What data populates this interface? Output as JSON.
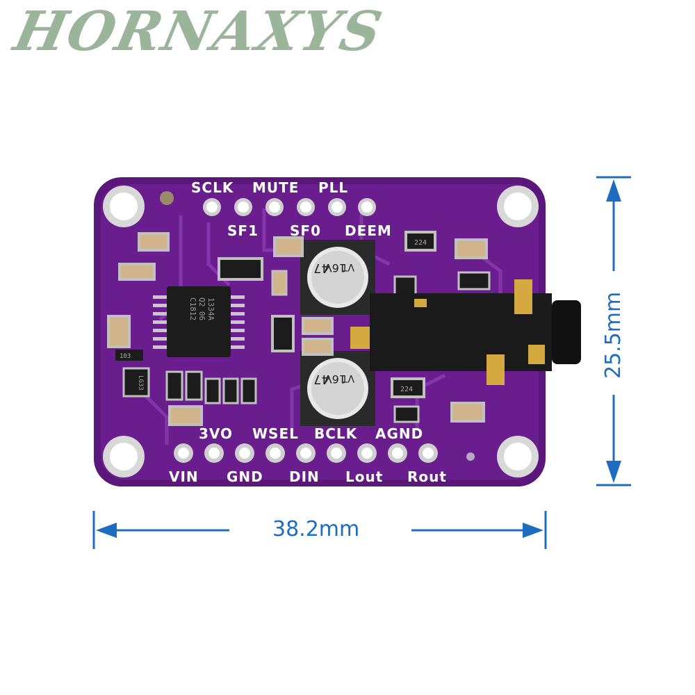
{
  "logo": {
    "text": "HORNAXYS"
  },
  "board": {
    "top_row_labels": [
      "SCLK",
      "MUTE",
      "PLL"
    ],
    "top_row_sub_labels": [
      "SF1",
      "SF0",
      "DEEM"
    ],
    "bottom_upper_labels": [
      "3VO",
      "WSEL",
      "BCLK",
      "AGND"
    ],
    "bottom_lower_labels": [
      "VIN",
      "GND",
      "DIN",
      "Lout",
      "Rout"
    ],
    "ic_marking": [
      "1334A",
      "Q2 06",
      "C1812"
    ],
    "cap_marking": [
      "47",
      "16V",
      "VT"
    ],
    "resistor_marking": [
      "224",
      "103",
      "LG33"
    ]
  },
  "dimensions": {
    "width": "38.2mm",
    "height": "25.5mm",
    "accent_color": "#1e6cc0"
  }
}
